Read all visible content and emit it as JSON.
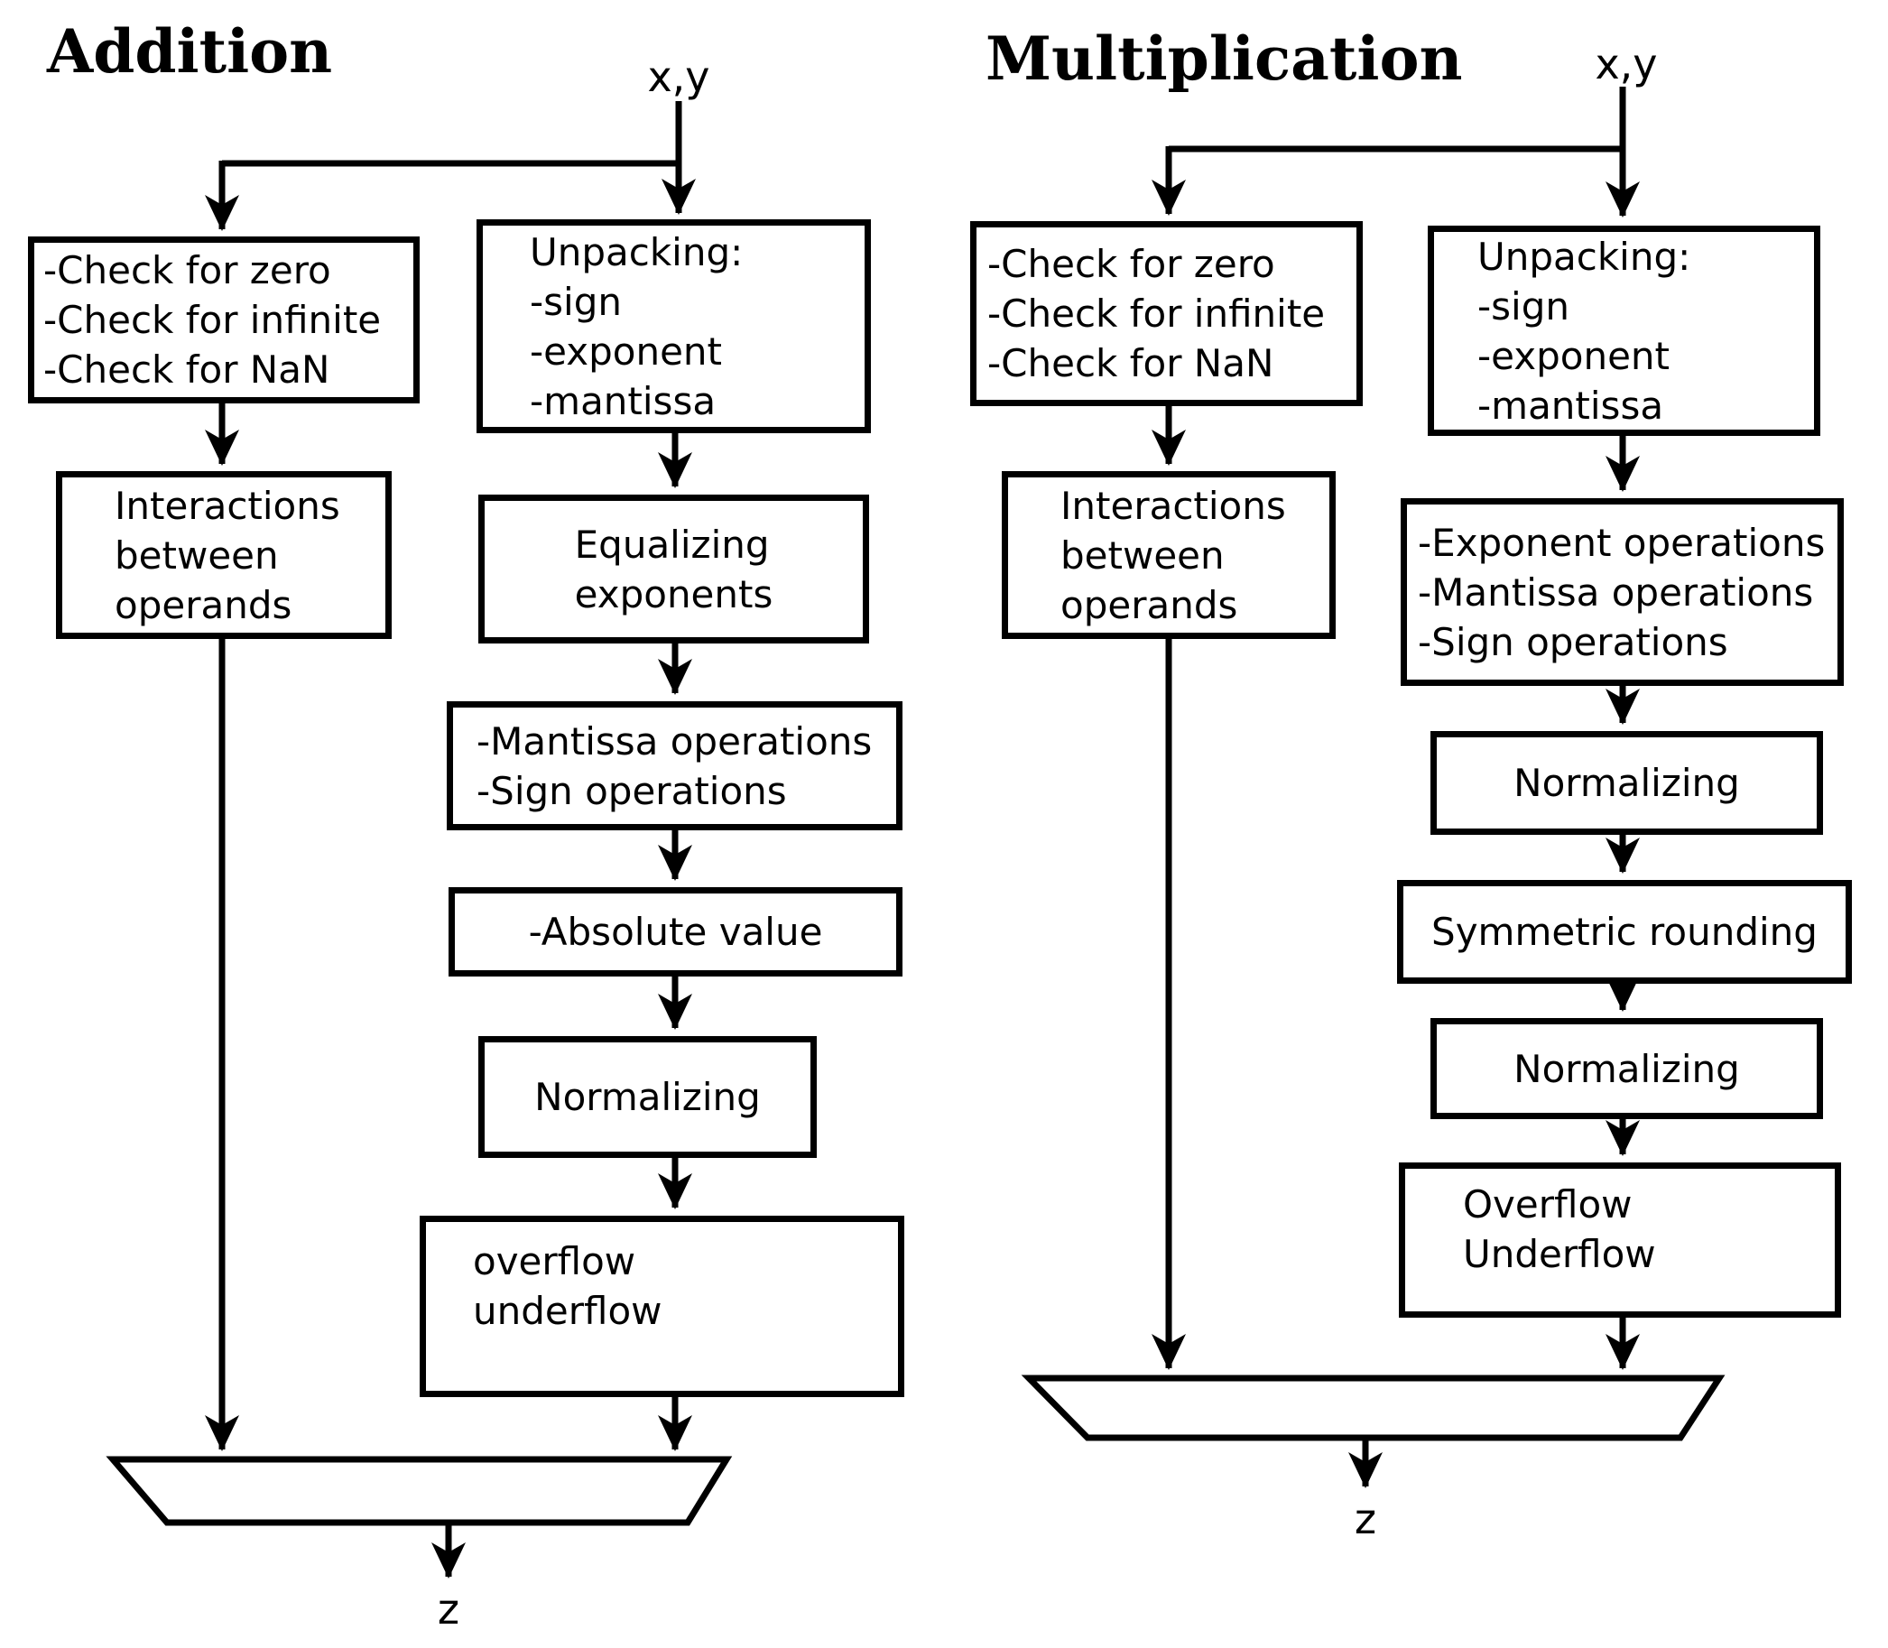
{
  "colors": {
    "background": "#ffffff",
    "line": "#000000",
    "text": "#000000"
  },
  "charts": {
    "addition": {
      "title": "Addition",
      "input_label": "x,y",
      "output_label": "z",
      "boxes": {
        "check": {
          "lines": [
            "-Check for zero",
            "-Check for infinite",
            "-Check for NaN"
          ]
        },
        "interactions": {
          "lines": [
            "Interactions",
            "between",
            "operands"
          ]
        },
        "unpacking": {
          "lines": [
            "Unpacking:",
            "-sign",
            "-exponent",
            "-mantissa"
          ]
        },
        "equalizing": {
          "lines": [
            "Equalizing",
            "exponents"
          ]
        },
        "mantissa_sign": {
          "lines": [
            "-Mantissa operations",
            "-Sign operations"
          ]
        },
        "absolute": {
          "lines": [
            "-Absolute value"
          ]
        },
        "normalizing": {
          "lines": [
            "Normalizing"
          ]
        },
        "overflow": {
          "lines": [
            "overflow",
            "underflow"
          ]
        }
      }
    },
    "multiplication": {
      "title": "Multiplication",
      "input_label": "x,y",
      "output_label": "z",
      "boxes": {
        "check": {
          "lines": [
            "-Check for zero",
            "-Check for infinite",
            "-Check for NaN"
          ]
        },
        "interactions": {
          "lines": [
            "Interactions",
            "between",
            "operands"
          ]
        },
        "unpacking": {
          "lines": [
            "Unpacking:",
            "-sign",
            "-exponent",
            "-mantissa"
          ]
        },
        "exponent_ops": {
          "lines": [
            "-Exponent operations",
            "-Mantissa operations",
            "-Sign operations"
          ]
        },
        "normalizing1": {
          "lines": [
            "Normalizing"
          ]
        },
        "symmetric_rounding": {
          "lines": [
            "Symmetric rounding"
          ]
        },
        "normalizing2": {
          "lines": [
            "Normalizing"
          ]
        },
        "overflow": {
          "lines": [
            "Overflow",
            "Underflow"
          ]
        }
      }
    }
  }
}
